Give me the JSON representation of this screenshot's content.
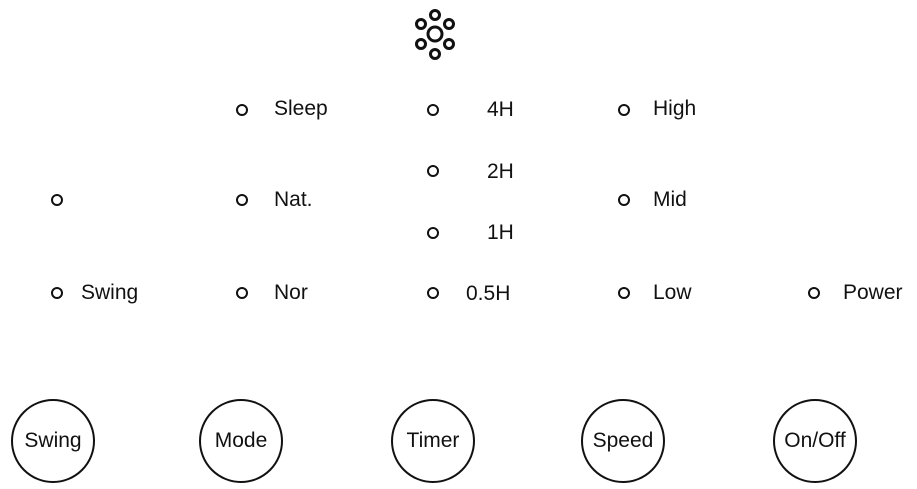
{
  "logo_icon": "fan-icon",
  "swing": {
    "indicator_label": "Swing"
  },
  "mode": {
    "sleep_label": "Sleep",
    "natural_label": "Nat.",
    "normal_label": "Nor"
  },
  "timer": {
    "h4_label": "4H",
    "h2_label": "2H",
    "h1_label": "1H",
    "h05_label": "0.5H"
  },
  "speed": {
    "high_label": "High",
    "mid_label": "Mid",
    "low_label": "Low"
  },
  "power": {
    "indicator_label": "Power"
  },
  "buttons": {
    "swing": "Swing",
    "mode": "Mode",
    "timer": "Timer",
    "speed": "Speed",
    "onoff": "On/Off"
  }
}
